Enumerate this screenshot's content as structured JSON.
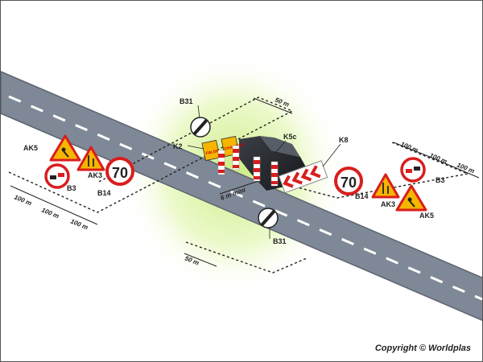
{
  "copyright": "Copyright © Worldplas",
  "labels": {
    "b31_top": "B31",
    "b31_bottom": "B31",
    "k2": "K2",
    "k5c": "K5c",
    "k8": "K8",
    "ak5_left": "AK5",
    "ak3_left": "AK3",
    "b3_left": "B3",
    "b14_left": "B14",
    "ak5_right": "AK5",
    "ak3_right": "AK3",
    "b3_right": "B3",
    "b14_right": "B14"
  },
  "dimensions": {
    "top_50": "50 m",
    "bottom_50": "50 m",
    "width_6": "6 m mini",
    "left_100_a": "100 m",
    "left_100_b": "100 m",
    "left_100_c": "100 m",
    "right_100_a": "100 m",
    "right_100_b": "100 m",
    "right_100_c": "100 m"
  },
  "signs": {
    "speed_left": "70",
    "speed_right": "70",
    "k2_text_1": "FIN DE",
    "k2_text_2": "CHANTIER"
  },
  "colors": {
    "road": "#7f8896",
    "road_edge": "#5d6471",
    "glow": "#c8eb7a",
    "sign_red": "#d81e1e",
    "sign_yellow": "#f7b500"
  }
}
